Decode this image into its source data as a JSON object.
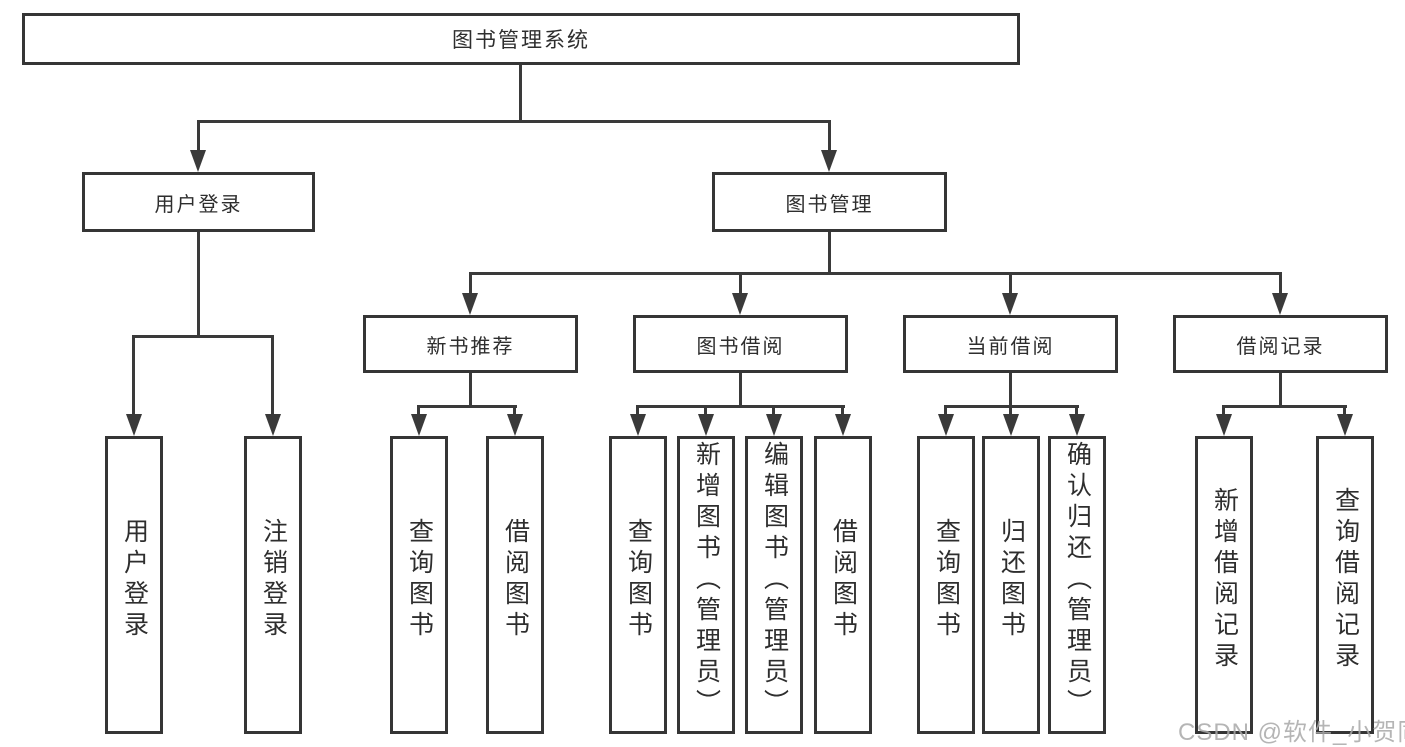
{
  "diagram": {
    "title": "图书管理系统",
    "branches": [
      {
        "label": "用户登录",
        "leaves": [
          "用户登录",
          "注销登录"
        ]
      },
      {
        "label": "图书管理",
        "sections": [
          {
            "label": "新书推荐",
            "leaves": [
              "查询图书",
              "借阅图书"
            ]
          },
          {
            "label": "图书借阅",
            "leaves": [
              "查询图书",
              "新增图书（管理员）",
              "编辑图书（管理员）",
              "借阅图书"
            ]
          },
          {
            "label": "当前借阅",
            "leaves": [
              "查询图书",
              "归还图书",
              "确认归还（管理员）"
            ]
          },
          {
            "label": "借阅记录",
            "leaves": [
              "新增借阅记录",
              "查询借阅记录"
            ]
          }
        ]
      }
    ]
  },
  "watermark": "CSDN @软件_小贺同学",
  "colors": {
    "line": "#3a3a3a",
    "box_border": "#353535",
    "text": "#2e2e2e",
    "background": "#ffffff",
    "watermark": "#a9a9a9"
  }
}
